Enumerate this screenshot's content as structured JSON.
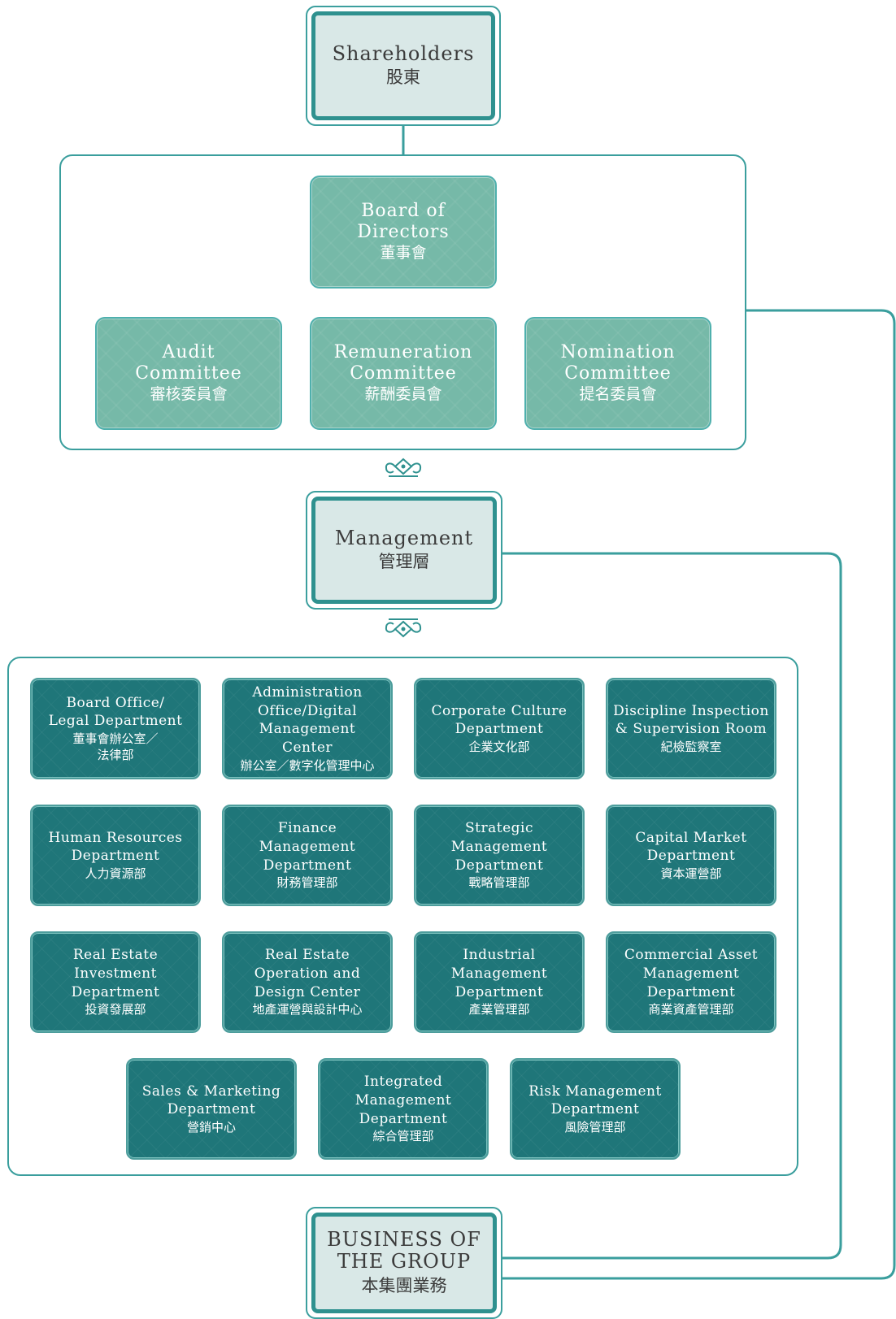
{
  "shareholders": {
    "en": "Shareholders",
    "zh": "股東"
  },
  "board": {
    "en_line1": "Board of",
    "en_line2": "Directors",
    "zh": "董事會"
  },
  "committees": [
    {
      "en_line1": "Audit",
      "en_line2": "Committee",
      "zh": "審核委員會"
    },
    {
      "en_line1": "Remuneration",
      "en_line2": "Committee",
      "zh": "薪酬委員會"
    },
    {
      "en_line1": "Nomination",
      "en_line2": "Committee",
      "zh": "提名委員會"
    }
  ],
  "management": {
    "en": "Management",
    "zh": "管理層"
  },
  "departments": [
    {
      "en": [
        "Board Office/",
        "Legal Department"
      ],
      "zh": [
        "董事會辦公室／",
        "法律部"
      ]
    },
    {
      "en": [
        "Administration",
        "Office/Digital",
        "Management",
        "Center"
      ],
      "zh": [
        "辦公室／數字化管理中心"
      ]
    },
    {
      "en": [
        "Corporate Culture",
        "Department"
      ],
      "zh": [
        "企業文化部"
      ]
    },
    {
      "en": [
        "Discipline Inspection",
        "& Supervision Room"
      ],
      "zh": [
        "紀檢監察室"
      ]
    },
    {
      "en": [
        "Human Resources",
        "Department"
      ],
      "zh": [
        "人力資源部"
      ]
    },
    {
      "en": [
        "Finance",
        "Management",
        "Department"
      ],
      "zh": [
        "財務管理部"
      ]
    },
    {
      "en": [
        "Strategic",
        "Management",
        "Department"
      ],
      "zh": [
        "戰略管理部"
      ]
    },
    {
      "en": [
        "Capital Market",
        "Department"
      ],
      "zh": [
        "資本運營部"
      ]
    },
    {
      "en": [
        "Real Estate",
        "Investment",
        "Department"
      ],
      "zh": [
        "投資發展部"
      ]
    },
    {
      "en": [
        "Real Estate",
        "Operation and",
        "Design Center"
      ],
      "zh": [
        "地產運營與設計中心"
      ]
    },
    {
      "en": [
        "Industrial",
        "Management",
        "Department"
      ],
      "zh": [
        "產業管理部"
      ]
    },
    {
      "en": [
        "Commercial Asset",
        "Management",
        "Department"
      ],
      "zh": [
        "商業資產管理部"
      ]
    },
    {
      "en": [
        "Sales & Marketing",
        "Department"
      ],
      "zh": [
        "營銷中心"
      ]
    },
    {
      "en": [
        "Integrated",
        "Management",
        "Department"
      ],
      "zh": [
        "綜合管理部"
      ]
    },
    {
      "en": [
        "Risk Management",
        "Department"
      ],
      "zh": [
        "風險管理部"
      ]
    }
  ],
  "business": {
    "en_line1": "BUSINESS OF",
    "en_line2": "THE GROUP",
    "zh": "本集團業務"
  },
  "colors": {
    "line": "#3a9e9d",
    "light_fill": "#d9e8e7",
    "board_fill": "#76b9a8",
    "dept_fill": "#1f7679"
  }
}
